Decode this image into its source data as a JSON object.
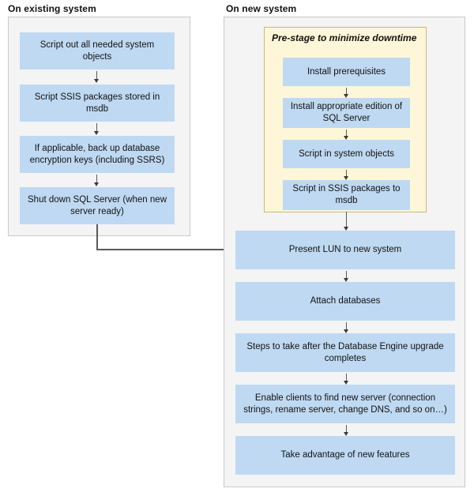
{
  "diagram": {
    "title_existing": "On existing system",
    "title_new": "On new system",
    "colors": {
      "node_fill": "#bfd9f2",
      "panel_fill": "#f4f4f4",
      "panel_border": "#c9c9c9",
      "group_fill": "#fdf6d8",
      "group_border": "#c8b97a",
      "connector": "#5a5a5a",
      "text": "#121212"
    }
  },
  "existing_system": {
    "steps": [
      {
        "label": "Script out all needed system objects"
      },
      {
        "label": "Script SSIS packages stored in msdb"
      },
      {
        "label": "If applicable, back up database encryption keys (including SSRS)"
      },
      {
        "label": "Shut down SQL Server (when new server ready)"
      }
    ]
  },
  "new_system": {
    "prestage_group": {
      "label": "Pre-stage to minimize downtime",
      "steps": [
        {
          "label": "Install prerequisites"
        },
        {
          "label": "Install appropriate edition of SQL Server"
        },
        {
          "label": "Script in system objects"
        },
        {
          "label": "Script in SSIS packages to msdb"
        }
      ]
    },
    "steps": [
      {
        "label": "Present LUN to new system"
      },
      {
        "label": "Attach databases"
      },
      {
        "label": "Steps to take after the Database Engine upgrade completes"
      },
      {
        "label": "Enable clients to find new server (connection strings, rename server, change DNS, and so on…)"
      },
      {
        "label": "Take advantage of new features"
      }
    ]
  }
}
